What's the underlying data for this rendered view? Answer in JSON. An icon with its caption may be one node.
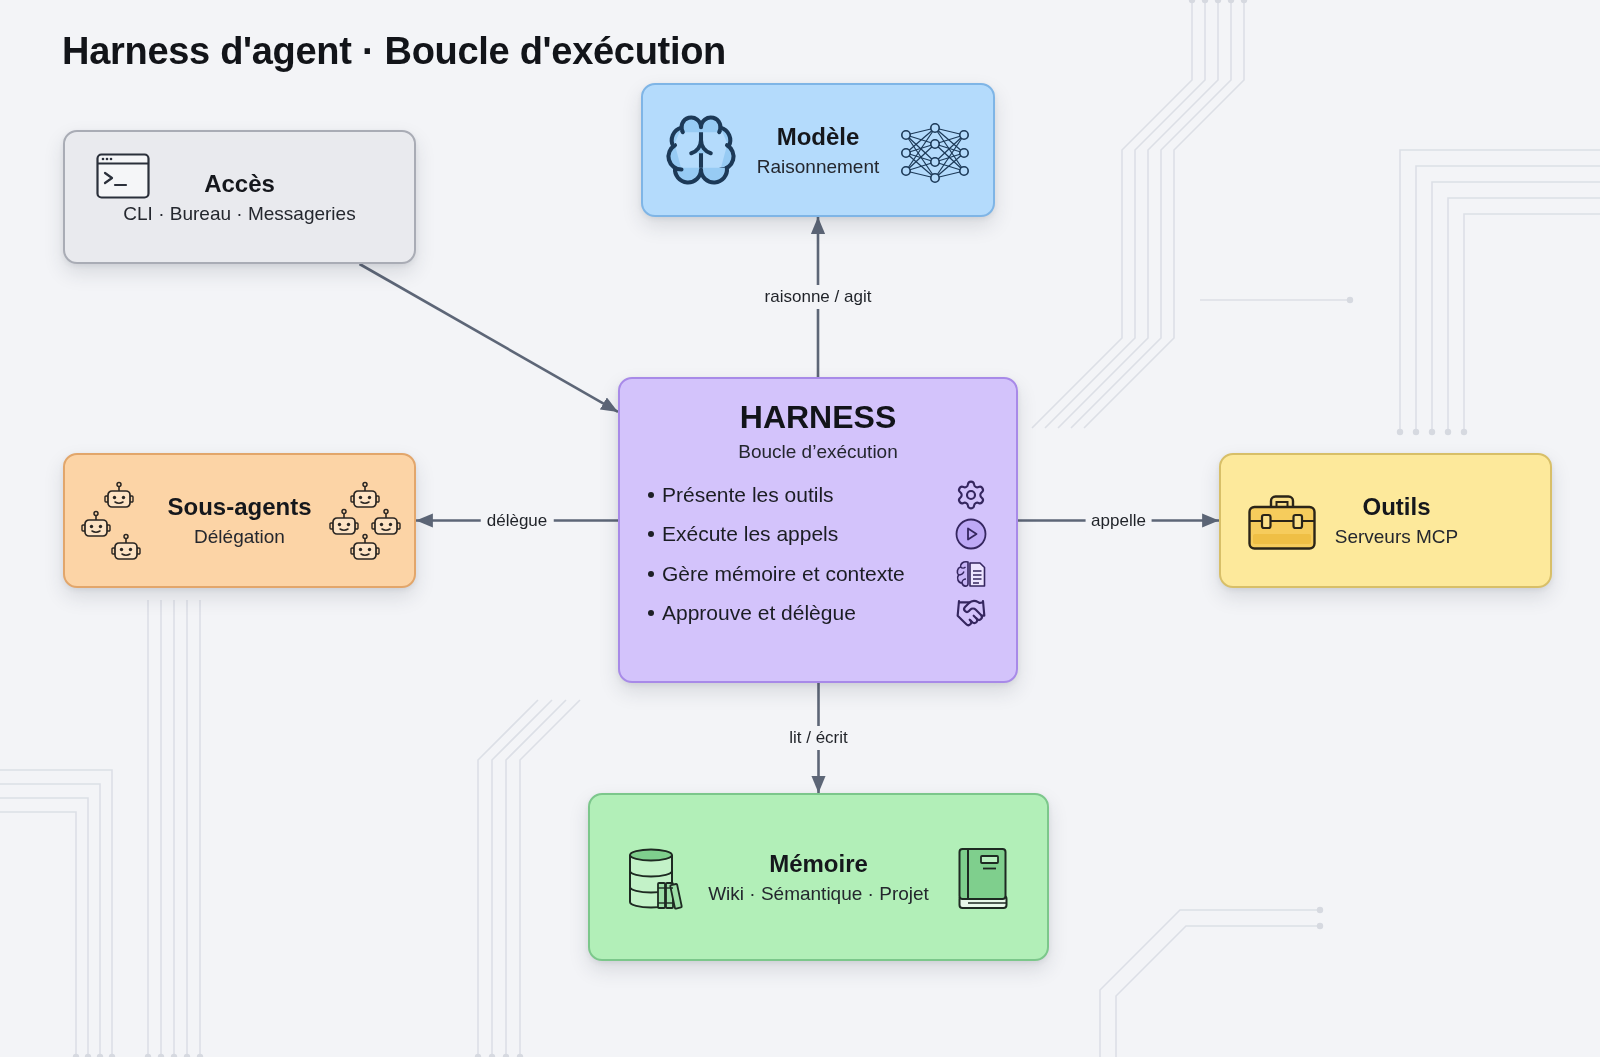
{
  "diagram": {
    "title": "Harness d'agent · Boucle d'exécution",
    "nodes": [
      {
        "text": [
          "Accès",
          "CLI · Bureau · Messageries"
        ]
      },
      {
        "text": [
          "Modèle",
          "Raisonnement"
        ]
      },
      {
        "text": [
          "HARNESS",
          "Boucle d’exécution",
          "Présente les outils",
          "Exécute les appels",
          "Gère mémoire et contexte",
          "Approuve et délègue"
        ]
      },
      {
        "text": [
          "Sous-agents",
          "Délégation"
        ]
      },
      {
        "text": [
          "Outils",
          "Serveurs MCP"
        ]
      },
      {
        "text": [
          "Mémoire",
          "Wiki · Sémantique · Projet"
        ]
      }
    ],
    "edges": [
      {
        "from": 0,
        "to": 2,
        "arrow": "to"
      },
      {
        "from": 2,
        "to": 1,
        "arrow": "to",
        "label": "raisonne / agit"
      },
      {
        "from": 2,
        "to": 3,
        "arrow": "to",
        "label": "délègue"
      },
      {
        "from": 2,
        "to": 4,
        "arrow": "to",
        "label": "appelle"
      },
      {
        "from": 2,
        "to": 5,
        "arrow": "to",
        "label": "lit / écrit"
      }
    ]
  }
}
